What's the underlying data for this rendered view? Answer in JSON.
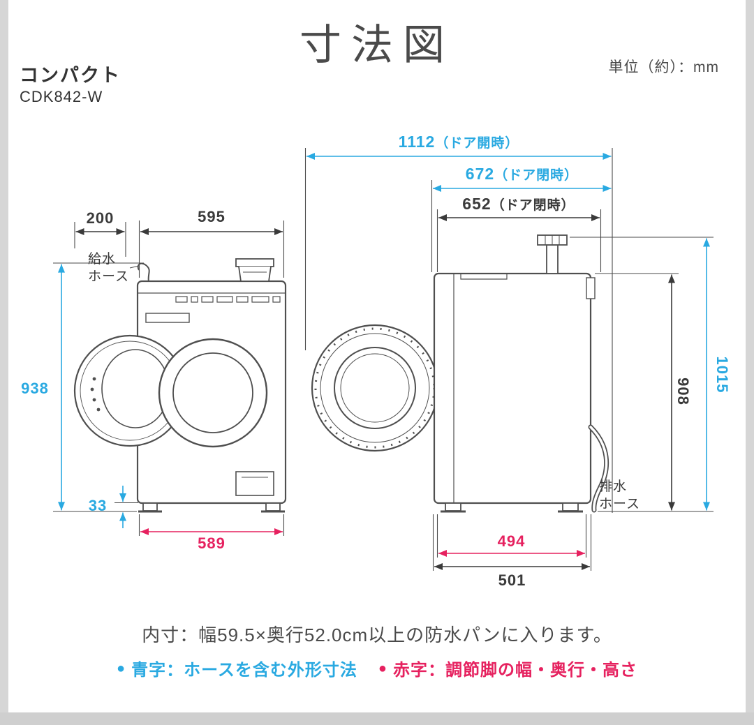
{
  "header": {
    "title": "寸法図",
    "unit_note": "単位（約）：mm",
    "product_type": "コンパクト",
    "model": "CDK842-W"
  },
  "front_view": {
    "dim_hose_offset": "200",
    "dim_width": "595",
    "dim_total_height": "938",
    "dim_foot_height": "33",
    "dim_foot_width": "589",
    "supply_hose_line1": "給水",
    "supply_hose_line2": "ホース"
  },
  "side_view": {
    "dim_door_open": {
      "value": "1112",
      "note": "（ドア開時）"
    },
    "dim_door_closed_hose": {
      "value": "672",
      "note": "（ドア閉時）"
    },
    "dim_door_closed": {
      "value": "652",
      "note": "（ドア閉時）"
    },
    "dim_body_height": "908",
    "dim_total_height": "1015",
    "dim_foot_depth": "494",
    "dim_depth": "501",
    "drain_hose_line1": "排水",
    "drain_hose_line2": "ホース"
  },
  "footer": {
    "note": "内寸：幅59.5×奥行52.0cm以上の防水パンに入ります。",
    "legend": [
      {
        "bullet": "●",
        "text": "青字：ホースを含む外形寸法"
      },
      {
        "bullet": "●",
        "text": "赤字：調節脚の幅・奥行・高さ"
      }
    ]
  },
  "colors": {
    "blue": "#29a9e1",
    "red": "#e6215f",
    "ink": "#3a3a3a"
  }
}
